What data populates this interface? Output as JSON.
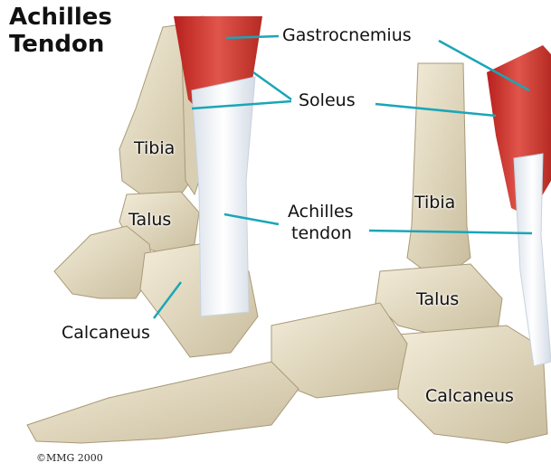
{
  "title": {
    "line1": "Achilles",
    "line2": "Tendon"
  },
  "labels": {
    "gastrocnemius": "Gastrocnemius",
    "soleus": "Soleus",
    "tibia": "Tibia",
    "talus": "Talus",
    "achilles_line1": "Achilles",
    "achilles_line2": "tendon",
    "calcaneus": "Calcaneus"
  },
  "copyright": "©MMG 2000",
  "colors": {
    "bone": "#e6ddc4",
    "bone_shadow": "#b9ad8e",
    "muscle": "#c8322c",
    "muscle_light": "#e45b4f",
    "tendon": "#eef2f6",
    "leader_line": "#1aa6b7"
  }
}
